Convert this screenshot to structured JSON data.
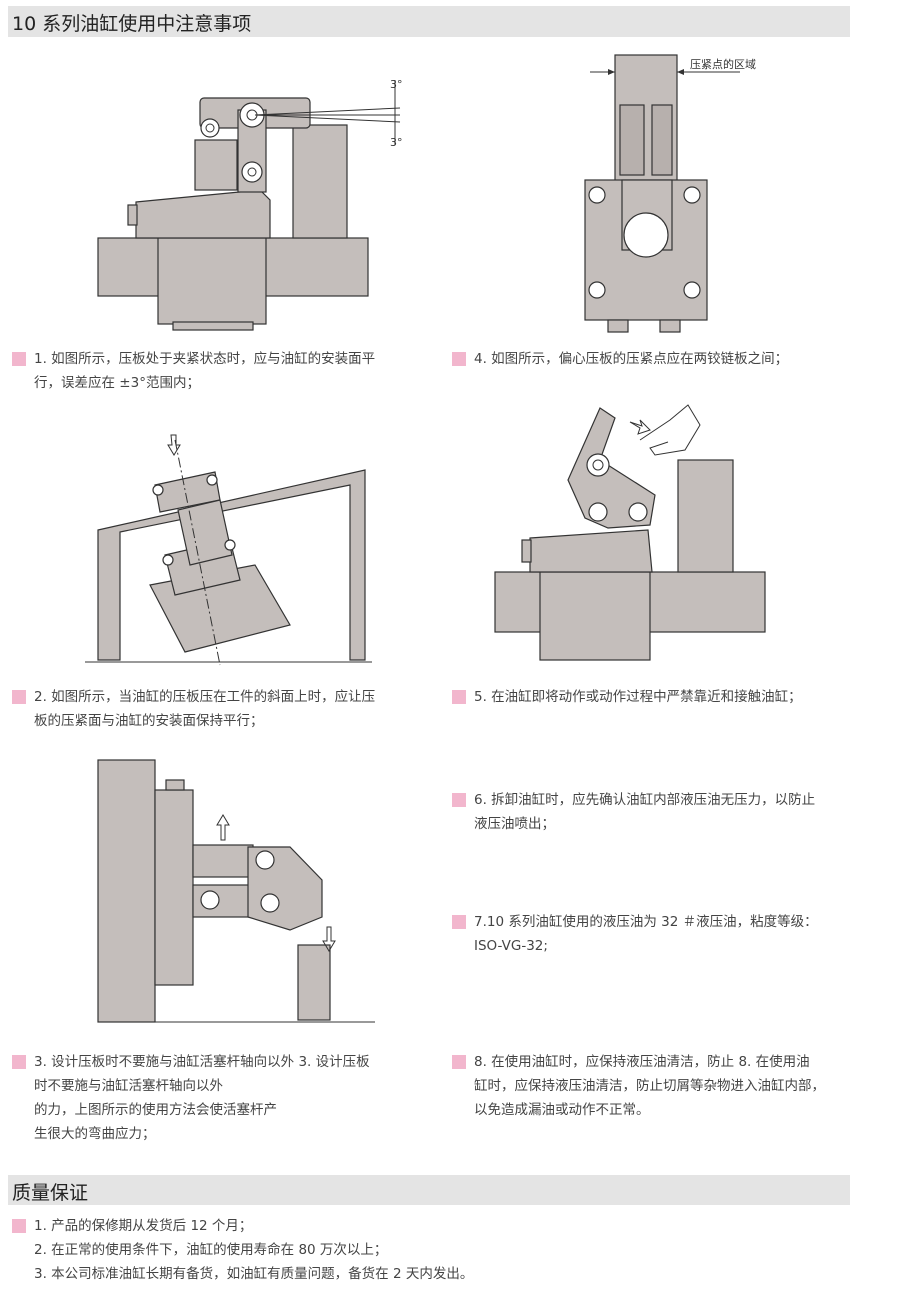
{
  "section1": {
    "title": "10 系列油缸使用中注意事项"
  },
  "items": [
    "1. 如图所示，压板处于夹紧状态时，应与油缸的安装面平\n行，误差应在 ±3°范围内；",
    "4. 如图所示，偏心压板的压紧点应在两铰链板之间；",
    "2. 如图所示，当油缸的压板压在工件的斜面上时，应让压\n板的压紧面与油缸的安装面保持平行；",
    "5. 在油缸即将动作或动作过程中严禁靠近和接触油缸；",
    "6. 拆卸油缸时，应先确认油缸内部液压油无压力，以防止\n液压油喷出；",
    "7.10 系列油缸使用的液压油为 32 ＃液压油，粘度等级：\nISO-VG-32;",
    "3. 设计压板时不要施与油缸活塞杆轴向以外 3. 设计压板\n时不要施与油缸活塞杆轴向以外\n的力，上图所示的使用方法会使活塞杆产\n生很大的弯曲应力；",
    "8. 在使用油缸时，应保持液压油清洁，防止 8. 在使用油\n缸时，应保持液压油清洁，防止切屑等杂物进入油缸内部，\n以免造成漏油或动作不正常。"
  ],
  "figures": {
    "fig1": {
      "angle_top": "3°",
      "angle_bottom": "3°"
    },
    "fig4": {
      "label": "压紧点的区域"
    }
  },
  "section2": {
    "title": "质量保证",
    "lines": [
      "1. 产品的保修期从发货后 12 个月；",
      "2. 在正常的使用条件下，油缸的使用寿命在 80 万次以上；",
      "3. 本公司标准油缸长期有备货，如油缸有质量问题，备货在 2 天内发出。"
    ]
  },
  "colors": {
    "accent_square": "#f2b6cd",
    "header_bar": "#e4e4e4",
    "figure_fill": "#c4bebb"
  }
}
